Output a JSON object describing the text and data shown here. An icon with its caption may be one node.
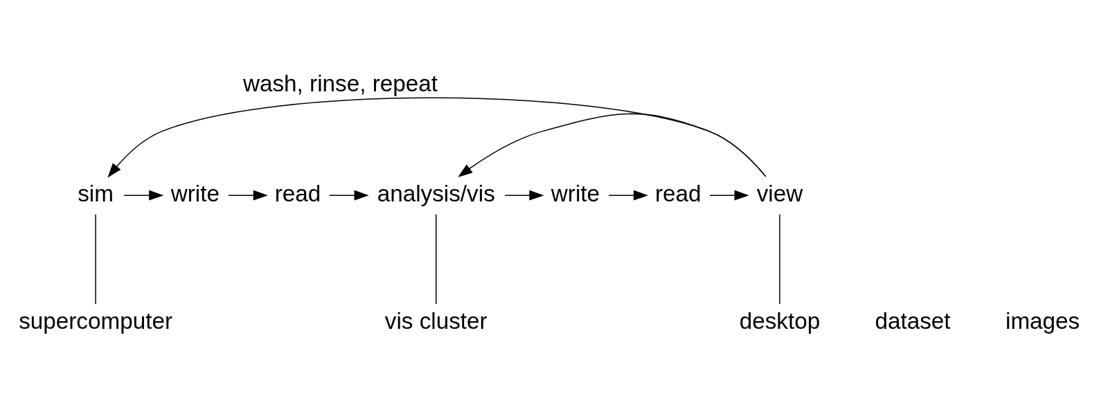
{
  "diagram": {
    "nodes": [
      {
        "text": [
          "sim"
        ]
      },
      {
        "text": [
          "write"
        ]
      },
      {
        "text": [
          "read"
        ]
      },
      {
        "text": [
          "analysis/vis"
        ]
      },
      {
        "text": [
          "write"
        ]
      },
      {
        "text": [
          "read"
        ]
      },
      {
        "text": [
          "view"
        ]
      },
      {
        "text": [
          "supercomputer"
        ]
      },
      {
        "text": [
          "vis cluster"
        ]
      },
      {
        "text": [
          "desktop"
        ]
      }
    ],
    "edges": [
      {
        "from": 0,
        "to": 1,
        "arrow": "to"
      },
      {
        "from": 1,
        "to": 2,
        "arrow": "to"
      },
      {
        "from": 2,
        "to": 3,
        "arrow": "to"
      },
      {
        "from": 3,
        "to": 4,
        "arrow": "to"
      },
      {
        "from": 4,
        "to": 5,
        "arrow": "to"
      },
      {
        "from": 5,
        "to": 6,
        "arrow": "to"
      },
      {
        "from": 6,
        "to": 0,
        "arrow": "to",
        "label": "wash, rinse, repeat"
      },
      {
        "from": 6,
        "to": 3,
        "arrow": "to"
      },
      {
        "from": 0,
        "to": 7,
        "arrow": "none"
      },
      {
        "from": 3,
        "to": 8,
        "arrow": "none"
      },
      {
        "from": 6,
        "to": 9,
        "arrow": "none"
      }
    ],
    "labels": [
      "dataset",
      "images"
    ]
  }
}
